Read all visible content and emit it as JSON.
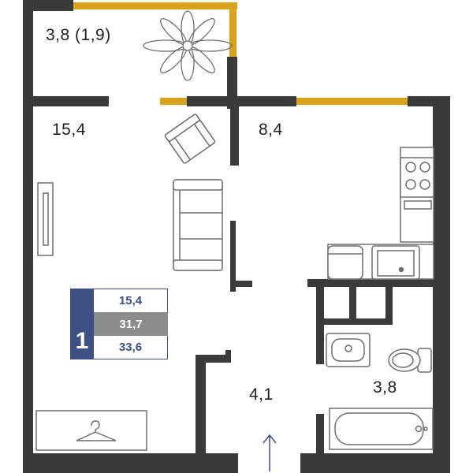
{
  "rooms": {
    "balcony": "3,8 (1,9)",
    "living": "15,4",
    "kitchen": "8,4",
    "hall": "4,1",
    "bath": "3,8"
  },
  "legend": {
    "rooms_count": "1",
    "living_area": "15,4",
    "useful_area": "31,7",
    "total_area": "33,6"
  },
  "colors": {
    "wall": "#3a3a3a",
    "window": "#d9a21b",
    "furniture": "#7a7a7a",
    "accent": "#3e4f86"
  },
  "icons": [
    "plant-icon",
    "armchair-icon",
    "sofa-icon",
    "stove-icon",
    "sink-icon",
    "toilet-icon",
    "bathtub-icon",
    "hanger-icon",
    "entrance-arrow-icon"
  ]
}
